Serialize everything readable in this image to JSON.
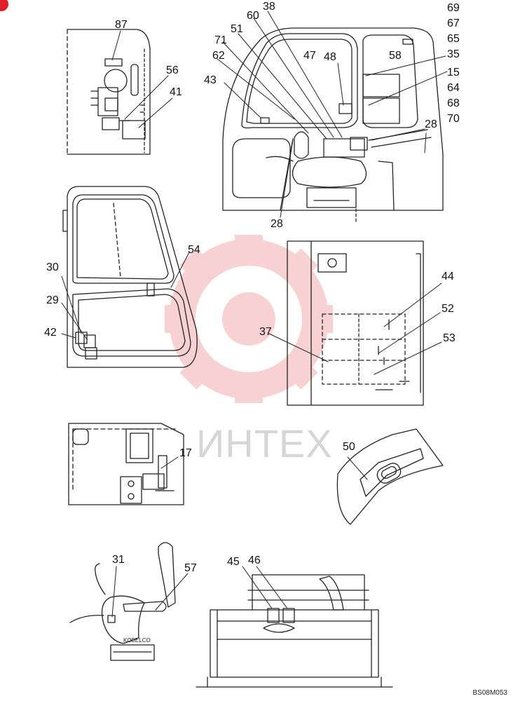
{
  "drawing_code": "BS08M053",
  "watermark": {
    "text": "ИНТЕХ",
    "gear_color": "#f3a6a6",
    "text_color": "#d6d6d6"
  },
  "seat_brand": "KOBELCO",
  "colors": {
    "line": "#222222",
    "corner_mark": "#e0202a"
  },
  "callouts": {
    "c87": "87",
    "c56": "56",
    "c41": "41",
    "c38": "38",
    "c60": "60",
    "c51": "51",
    "c71": "71",
    "c62": "62",
    "c43": "43",
    "c47": "47",
    "c48": "48",
    "c58": "58",
    "c69": "69",
    "c67": "67",
    "c65": "65",
    "c35": "35",
    "c15": "15",
    "c64": "64",
    "c68": "68",
    "c70": "70",
    "c28a": "28",
    "c28b": "28",
    "c54": "54",
    "c30": "30",
    "c29": "29",
    "c42": "42",
    "c44": "44",
    "c52": "52",
    "c53": "53",
    "c37": "37",
    "c17": "17",
    "c50": "50",
    "c31": "31",
    "c57": "57",
    "c45": "45",
    "c46": "46"
  }
}
